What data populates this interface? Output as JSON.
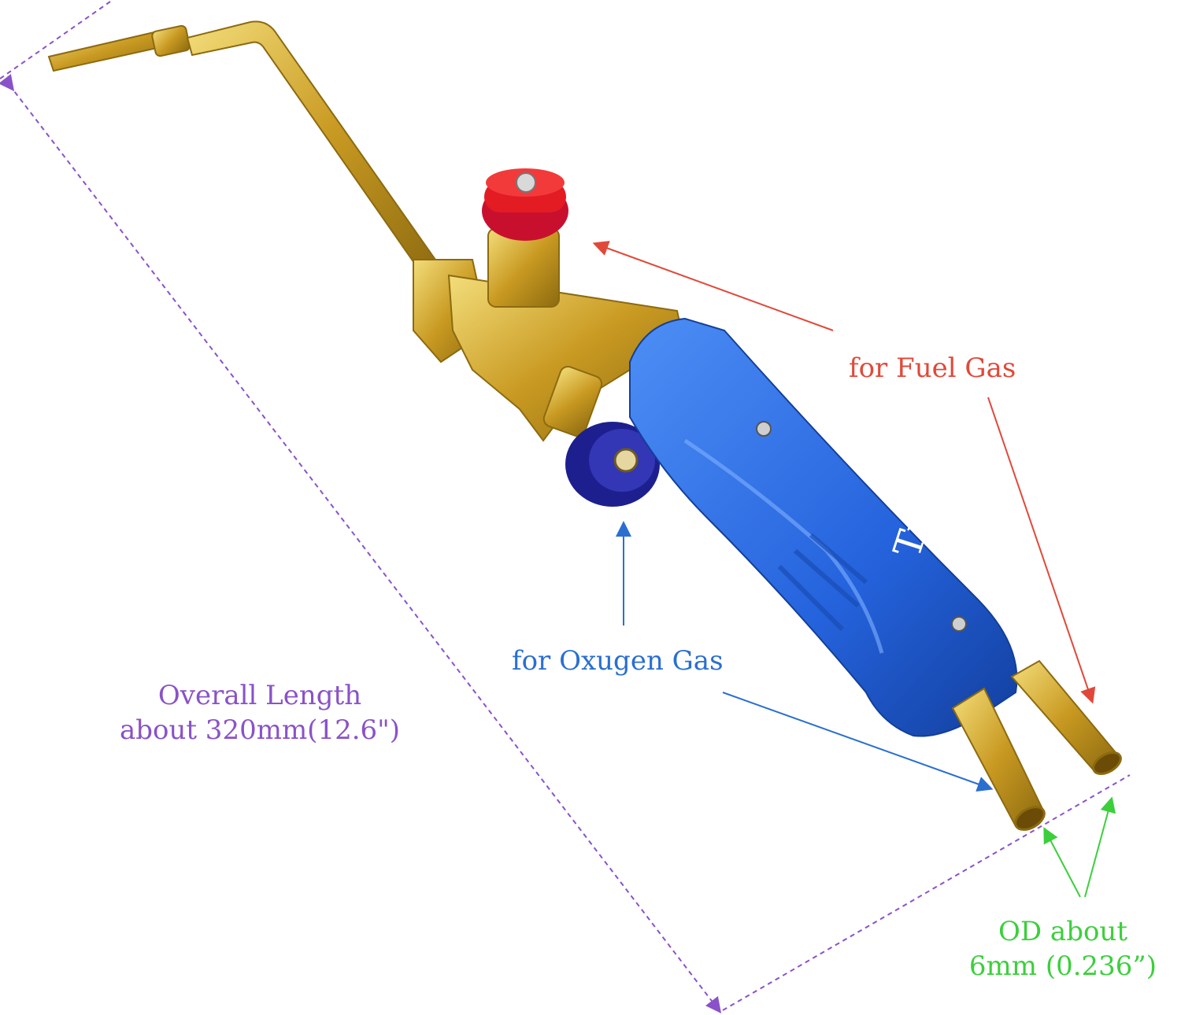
{
  "colors": {
    "fuel": "#e0493a",
    "oxygen": "#2a6fd0",
    "length": "#8a52c8",
    "od": "#3ccf3c",
    "brass": "#d8b23a",
    "handle": "#2f6fe0"
  },
  "labels": {
    "fuel_gas": "for Fuel Gas",
    "oxygen_gas": "for Oxugen Gas",
    "overall_length_line1": "Overall Length",
    "overall_length_line2": "about 320mm(12.6\")",
    "od_line1": "OD about",
    "od_line2": "6mm (0.236”)"
  },
  "handle_brand": "Tyu",
  "icons": {
    "fuel_valve": "red-valve-knob-icon",
    "oxygen_valve": "blue-valve-knob-icon"
  }
}
